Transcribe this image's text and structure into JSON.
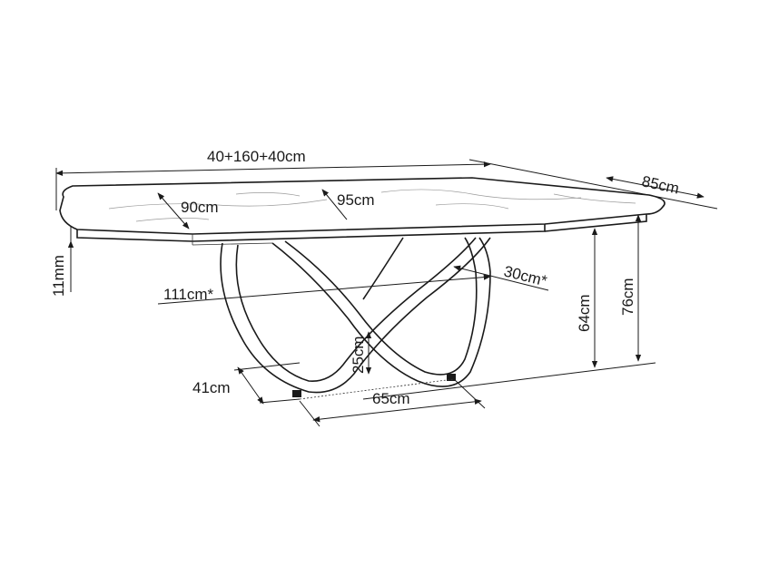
{
  "diagram": {
    "dimensions": {
      "total_length": "40+160+40cm",
      "depth": "85cm",
      "top_thickness": "11mm",
      "extension_depth": "90cm",
      "middle_width": "95cm",
      "inner_length": "111cm*",
      "inner_depth": "30cm*",
      "base_height_inner": "64cm",
      "table_height": "76cm",
      "base_clearance": "25cm",
      "base_width": "41cm",
      "base_length": "65cm"
    }
  }
}
